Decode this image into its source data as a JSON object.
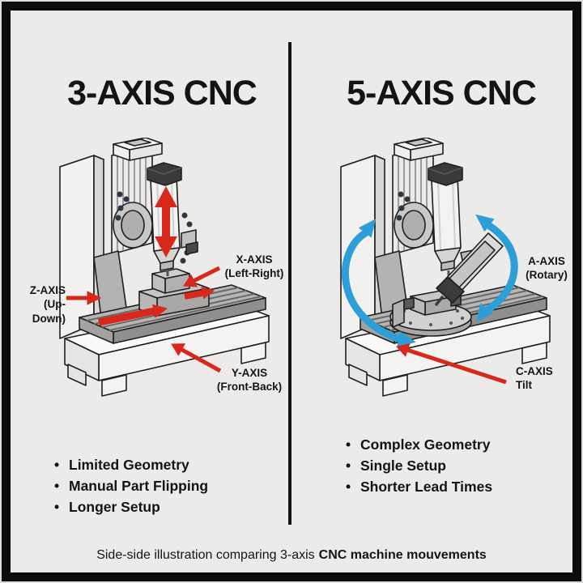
{
  "colors": {
    "red": "#d8281c",
    "blue": "#2d9fd8",
    "bg": "#ecebe9",
    "ink": "#141414"
  },
  "left_panel": {
    "title": "3-AXIS CNC",
    "labels": {
      "z_line1": "Z-AXIS",
      "z_line2": "(Up-Down)",
      "x_line1": "X-AXIS",
      "x_line2": "(Left-Right)",
      "y_line1": "Y-AXIS",
      "y_line2": "(Front-Back)"
    },
    "bullets": [
      "Limited Geometry",
      "Manual Part Flipping",
      "Longer Setup"
    ]
  },
  "right_panel": {
    "title": "5-AXIS CNC",
    "labels": {
      "a_line1": "A-AXIS",
      "a_line2": "(Rotary)",
      "c_line1": "C-AXIS",
      "c_line2": "Tilt"
    },
    "bullets": [
      "Complex Geometry",
      "Single Setup",
      "Shorter Lead Times"
    ]
  },
  "caption": {
    "regular": "Side-side illustration comparing 3-axis",
    "bold": "CNC machine mouvements"
  }
}
